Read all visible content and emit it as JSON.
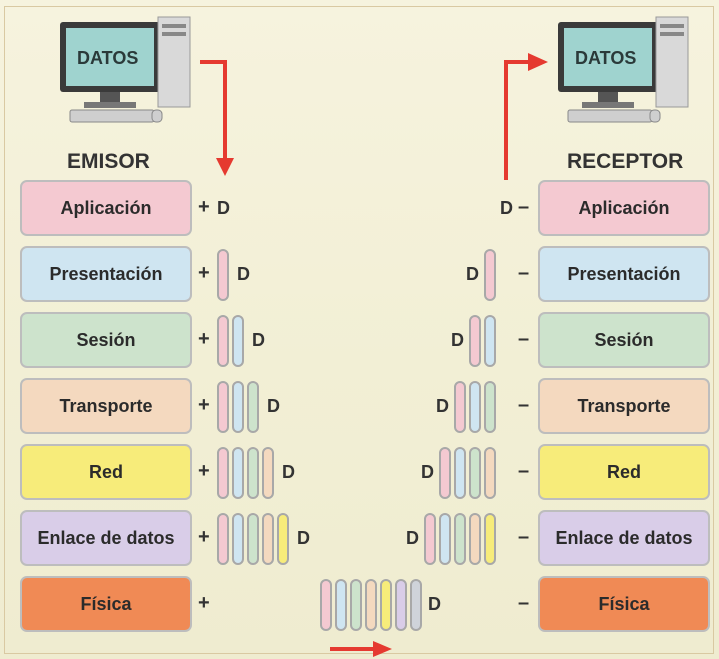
{
  "data_label": "DATOS",
  "emisor_label": "EMISOR",
  "receptor_label": "RECEPTOR",
  "layers": [
    {
      "name": "Aplicación",
      "color": "#f4c9d1"
    },
    {
      "name": "Presentación",
      "color": "#cfe5f1"
    },
    {
      "name": "Sesión",
      "color": "#cde3cc"
    },
    {
      "name": "Transporte",
      "color": "#f4d9bf"
    },
    {
      "name": "Red",
      "color": "#f7ec7a"
    },
    {
      "name": "Enlace de datos",
      "color": "#d9cde8"
    },
    {
      "name": "Física",
      "color": "#f08a55"
    }
  ],
  "plus_symbol": "+",
  "minus_symbol": "–",
  "d_symbol": "D",
  "header_colors": [
    "#f4c9d1",
    "#cfe5f1",
    "#cde3cc",
    "#f4d9bf",
    "#f7ec7a",
    "#d9cde8"
  ],
  "arrow_color": "#e53a30"
}
